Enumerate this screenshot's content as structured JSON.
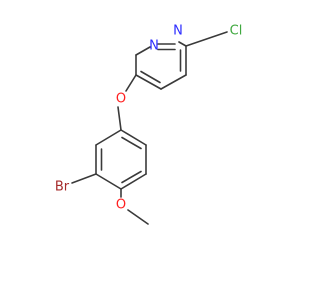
{
  "molecule": {
    "atoms": {
      "n1": {
        "label": "N",
        "color": "#2c2cff"
      },
      "n2": {
        "label": "N",
        "color": "#2c2cff"
      },
      "cl": {
        "label": "Cl",
        "color": "#3fa83f"
      },
      "o_ether": {
        "label": "O",
        "color": "#ff2020"
      },
      "br": {
        "label": "Br",
        "color": "#a52a2a"
      },
      "o_methoxy": {
        "label": "O",
        "color": "#ff2020"
      }
    },
    "bond_color": "#3a3a3a"
  }
}
